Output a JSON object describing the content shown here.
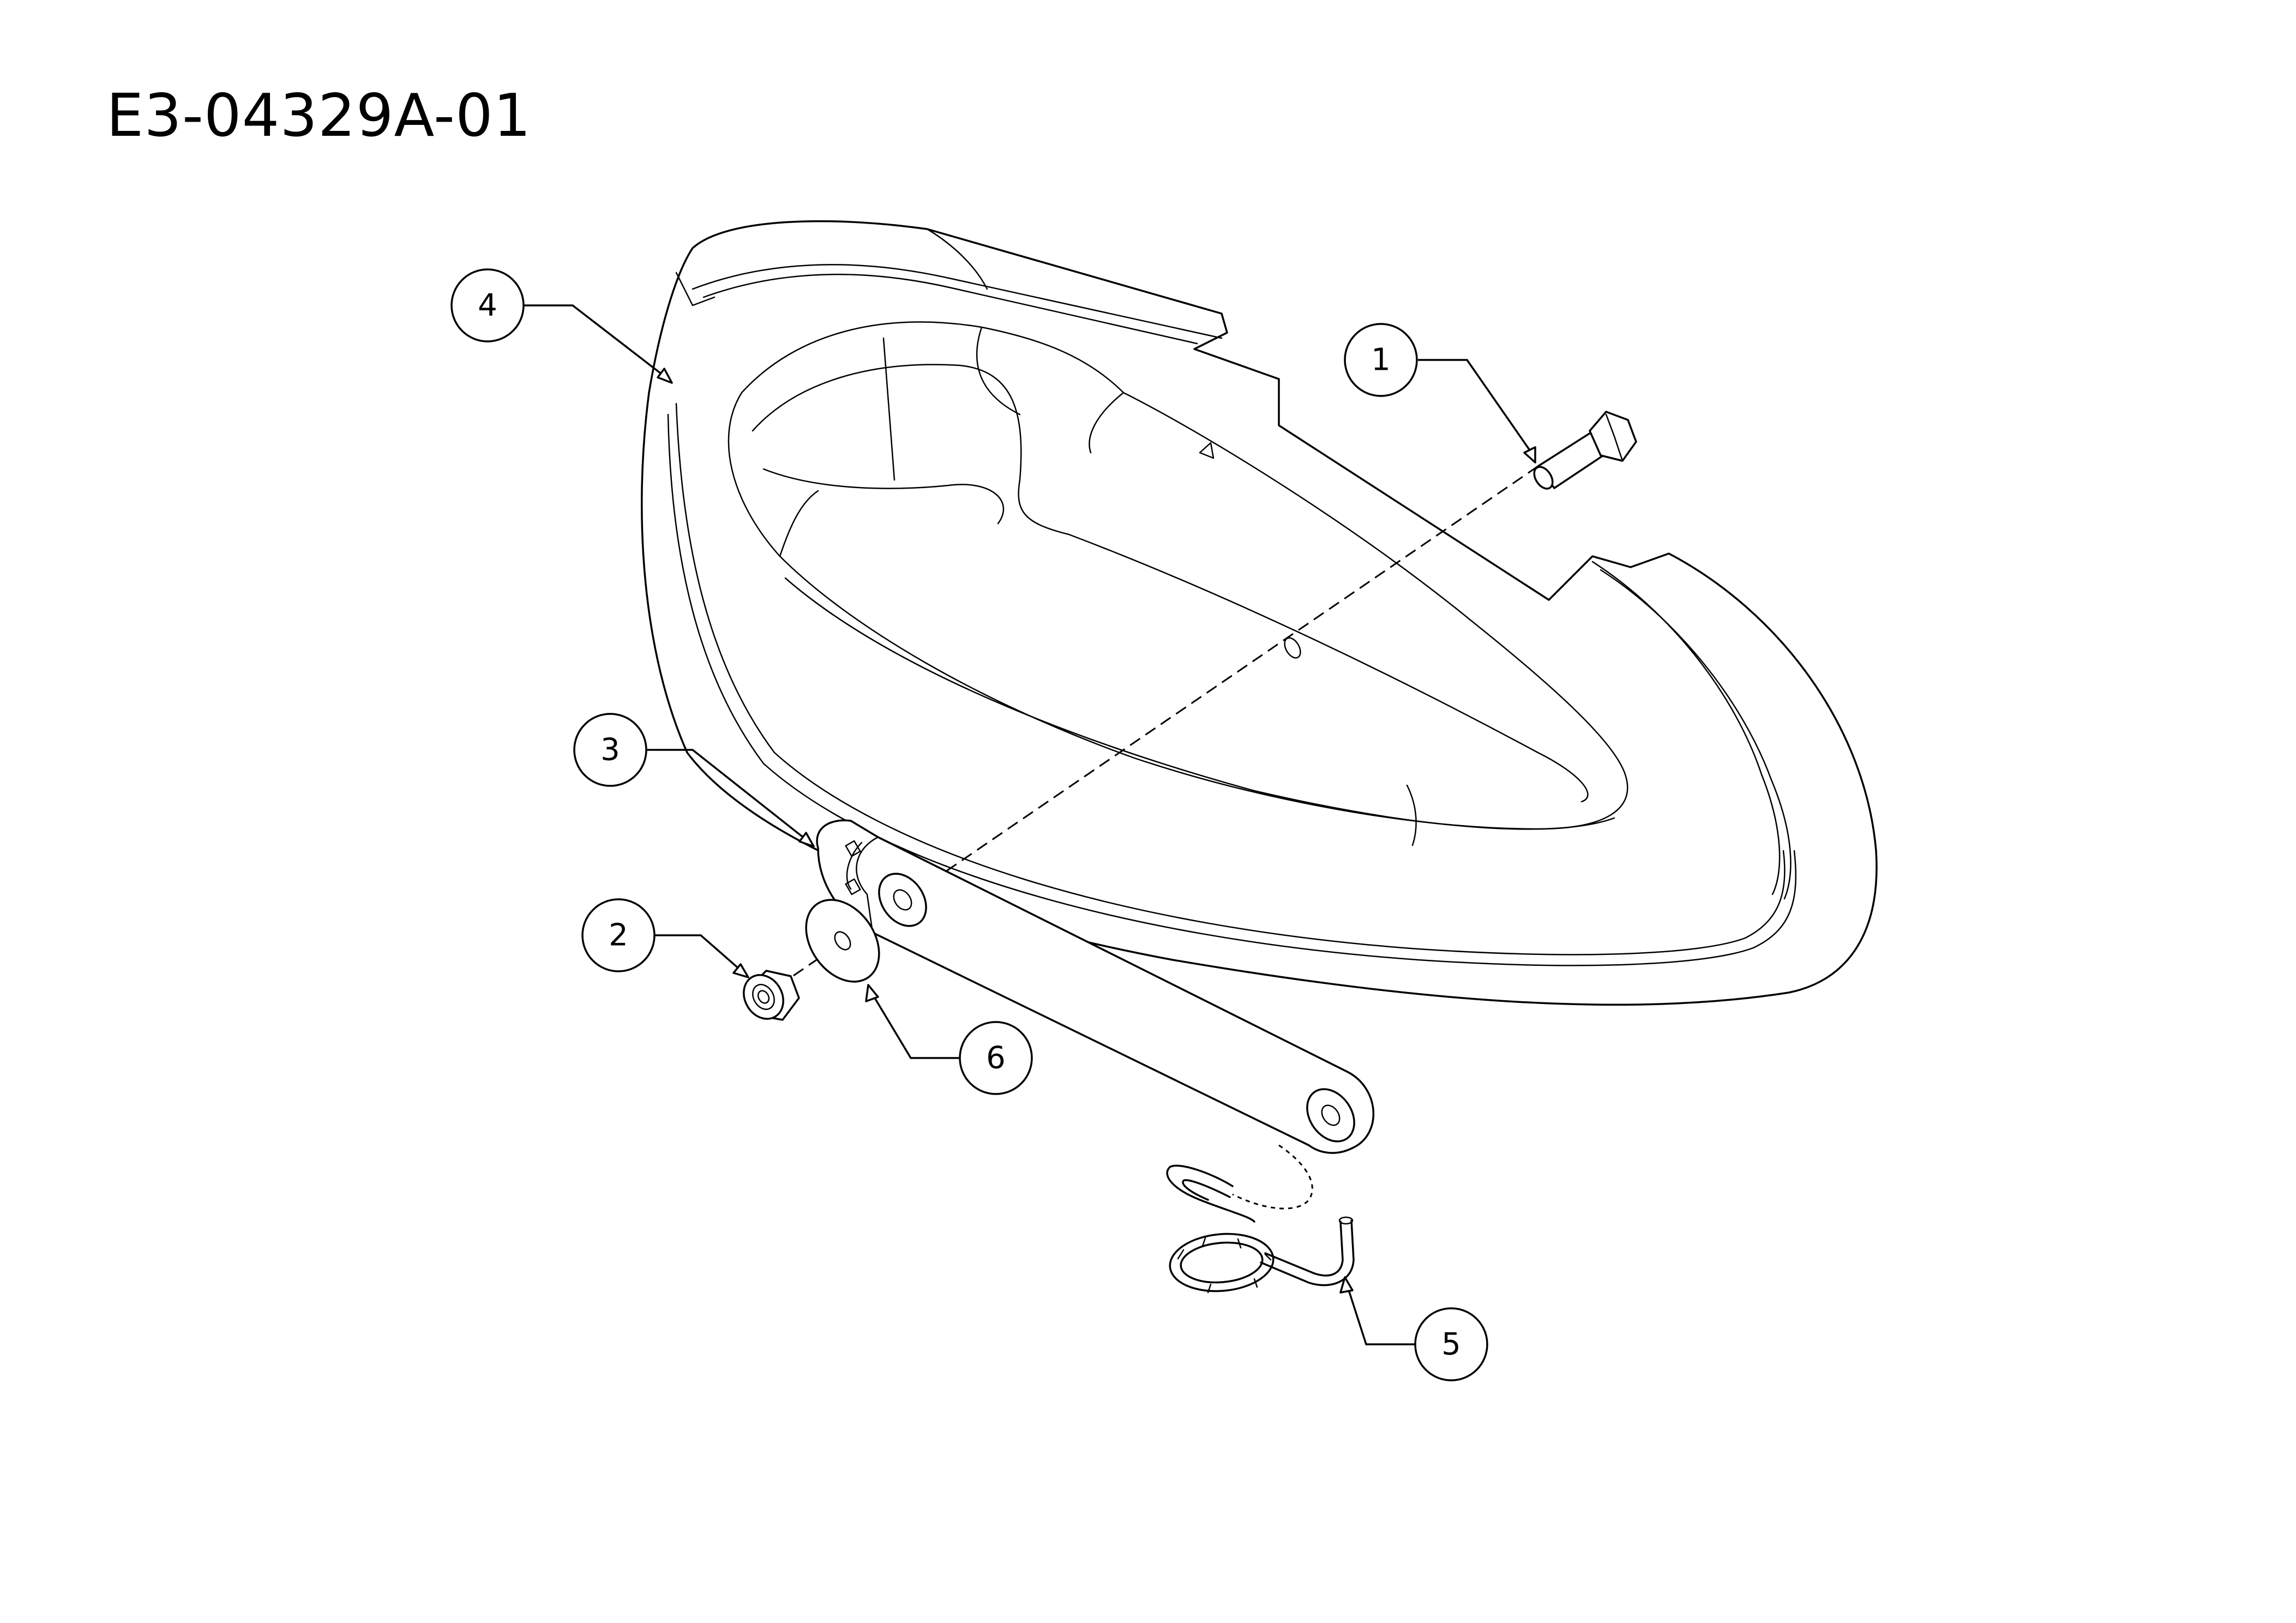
{
  "title": "E3-04329A-01",
  "callouts": [
    {
      "id": "1",
      "label": "1",
      "part": "bolt"
    },
    {
      "id": "2",
      "label": "2",
      "part": "flange-nut"
    },
    {
      "id": "3",
      "label": "3",
      "part": "bracket-arm"
    },
    {
      "id": "4",
      "label": "4",
      "part": "belt-cover"
    },
    {
      "id": "5",
      "label": "5",
      "part": "hairpin-clip"
    },
    {
      "id": "6",
      "label": "6",
      "part": "washer"
    }
  ],
  "colors": {
    "line": "#000000",
    "background": "#ffffff"
  }
}
